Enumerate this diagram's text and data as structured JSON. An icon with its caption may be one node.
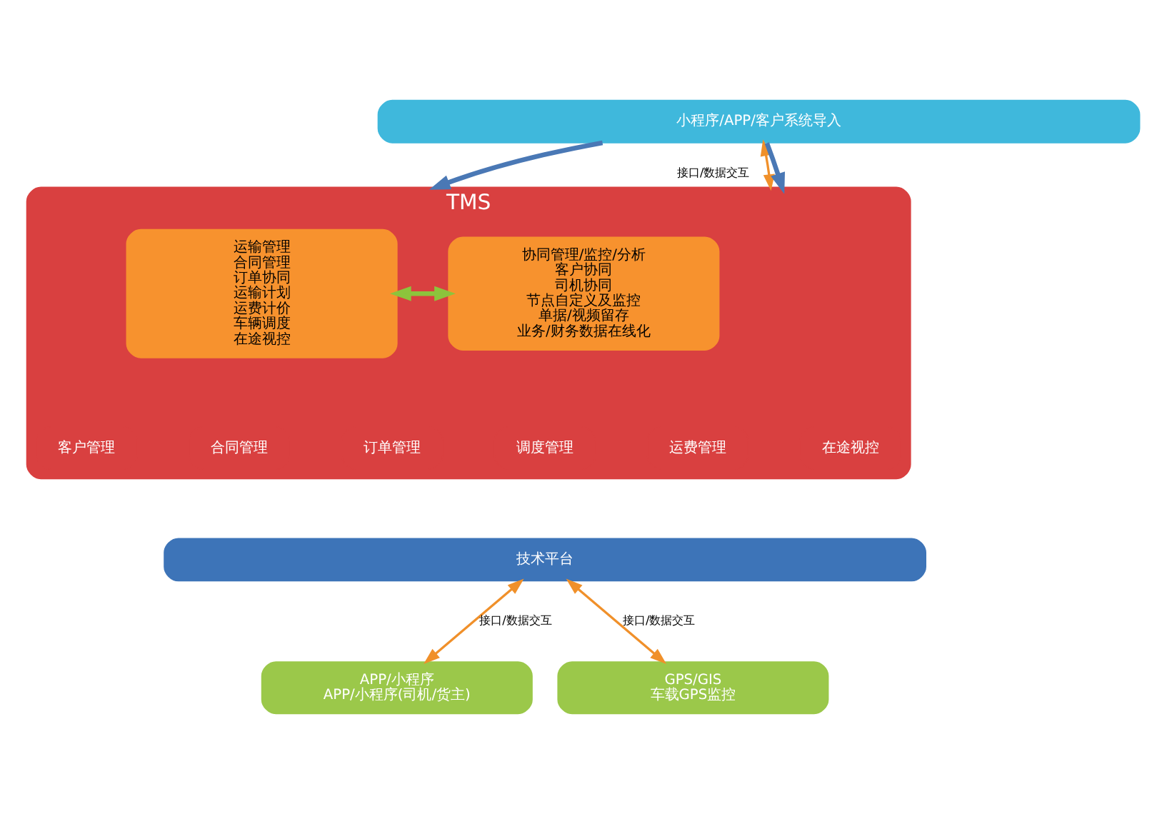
{
  "diagram": {
    "nodes": [
      {
        "text": [
          "小程序/APP/客户系统导入"
        ]
      },
      {
        "text": [
          "TMS"
        ]
      },
      {
        "text": [
          "运输管理",
          "合同管理",
          "订单协同",
          "运输计划",
          "运费计价",
          "车辆调度",
          "在途视控"
        ],
        "in": 1
      },
      {
        "text": [
          "协同管理/监控/分析",
          "客户协同",
          "司机协同",
          "节点自定义及监控",
          "单据/视频留存",
          "业务/财务数据在线化"
        ],
        "in": 1
      },
      {
        "text": [
          "客户管理"
        ],
        "in": 1
      },
      {
        "text": [
          "合同管理"
        ],
        "in": 1
      },
      {
        "text": [
          "订单管理"
        ],
        "in": 1
      },
      {
        "text": [
          "调度管理"
        ],
        "in": 1
      },
      {
        "text": [
          "运费管理"
        ],
        "in": 1
      },
      {
        "text": [
          "在途视控"
        ],
        "in": 1
      },
      {
        "text": [
          "技术平台"
        ]
      },
      {
        "text": [
          "APP/小程序",
          "APP/小程序(司机/货主)"
        ]
      },
      {
        "text": [
          "GPS/GIS",
          "车载GPS监控"
        ]
      }
    ],
    "edges": [
      {
        "from": 0,
        "to": 1,
        "arrow": "to",
        "style": "thick",
        "color": "#4a78b5"
      },
      {
        "from": 0,
        "to": 1,
        "arrow": "both",
        "label": "接口/数据交互"
      },
      {
        "from": 0,
        "to": 1,
        "arrow": "to",
        "style": "thick",
        "color": "#4a78b5"
      },
      {
        "from": 2,
        "to": 3,
        "arrow": "both",
        "style": "thick",
        "color": "#8cc43c"
      },
      {
        "from": 10,
        "to": 11,
        "arrow": "both",
        "label": "接口/数据交互"
      },
      {
        "from": 10,
        "to": 12,
        "arrow": "both",
        "label": "接口/数据交互"
      }
    ]
  }
}
